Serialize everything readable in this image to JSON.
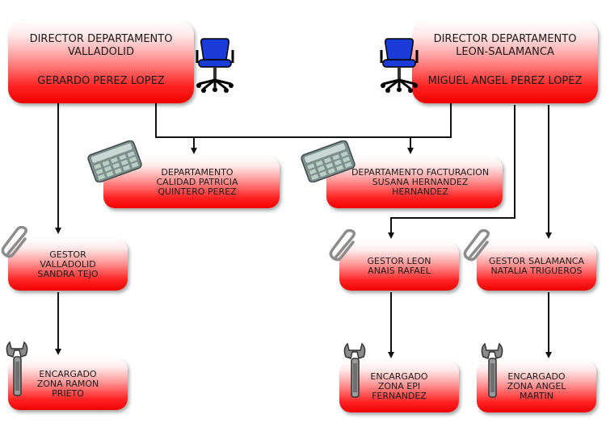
{
  "directors": [
    {
      "line1": "DIRECTOR DEPARTAMENTO",
      "line2": "VALLADOLID",
      "name": "GERARDO PEREZ LOPEZ"
    },
    {
      "line1": "DIRECTOR DEPARTAMENTO",
      "line2": "LEON-SALAMANCA",
      "name": "MIGUEL ANGEL PEREZ LOPEZ"
    }
  ],
  "departments": [
    {
      "lines": [
        "DEPARTAMENTO",
        "CALIDAD PATRICIA",
        "QUINTERO PEREZ"
      ]
    },
    {
      "lines": [
        "DEPARTAMENTO FACTURACION",
        "SUSANA HERNANDEZ",
        "HERNANDEZ"
      ]
    }
  ],
  "gestores": [
    {
      "lines": [
        "GESTOR",
        "VALLADOLID",
        "SANDRA TEJO"
      ]
    },
    {
      "lines": [
        "GESTOR LEON",
        "ANAIS RAFAEL"
      ]
    },
    {
      "lines": [
        "GESTOR SALAMANCA",
        "NATALIA TRIGUEROS"
      ]
    }
  ],
  "encargados": [
    {
      "lines": [
        "ENCARGADO",
        "ZONA RAMON",
        "PRIETO"
      ]
    },
    {
      "lines": [
        "ENCARGADO",
        "ZONA EPI",
        "FERNANDEZ"
      ]
    },
    {
      "lines": [
        "ENCARGADO",
        "ZONA ANGEL",
        "MARTIN"
      ]
    }
  ],
  "icons": {
    "director": "office-chair-icon",
    "department": "calculator-icon",
    "gestor": "paperclip-icon",
    "encargado": "wrench-icon"
  },
  "colors": {
    "box_fill": "#ff2222",
    "connector": "#111111",
    "chair": "#1b3bd8"
  }
}
